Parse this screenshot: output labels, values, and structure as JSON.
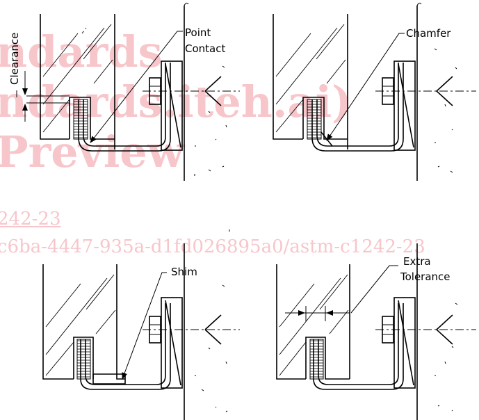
{
  "labels": {
    "clearance": "Clearance",
    "point_contact_1": "Point",
    "point_contact_2": "Contact",
    "chamfer": "Chamfer",
    "shim": "Shim",
    "extra_tolerance_1": "Extra",
    "extra_tolerance_2": "Tolerance"
  },
  "watermark": {
    "line1": "ndards",
    "line2": "ndards.iteh.ai)",
    "line3": "Preview",
    "line4": "242-23",
    "line5": "c6ba-4447-935a-d1fd026895a0/astm-c1242-23"
  },
  "panels": [
    "clearance-point-contact",
    "chamfer",
    "shim",
    "extra-tolerance"
  ]
}
